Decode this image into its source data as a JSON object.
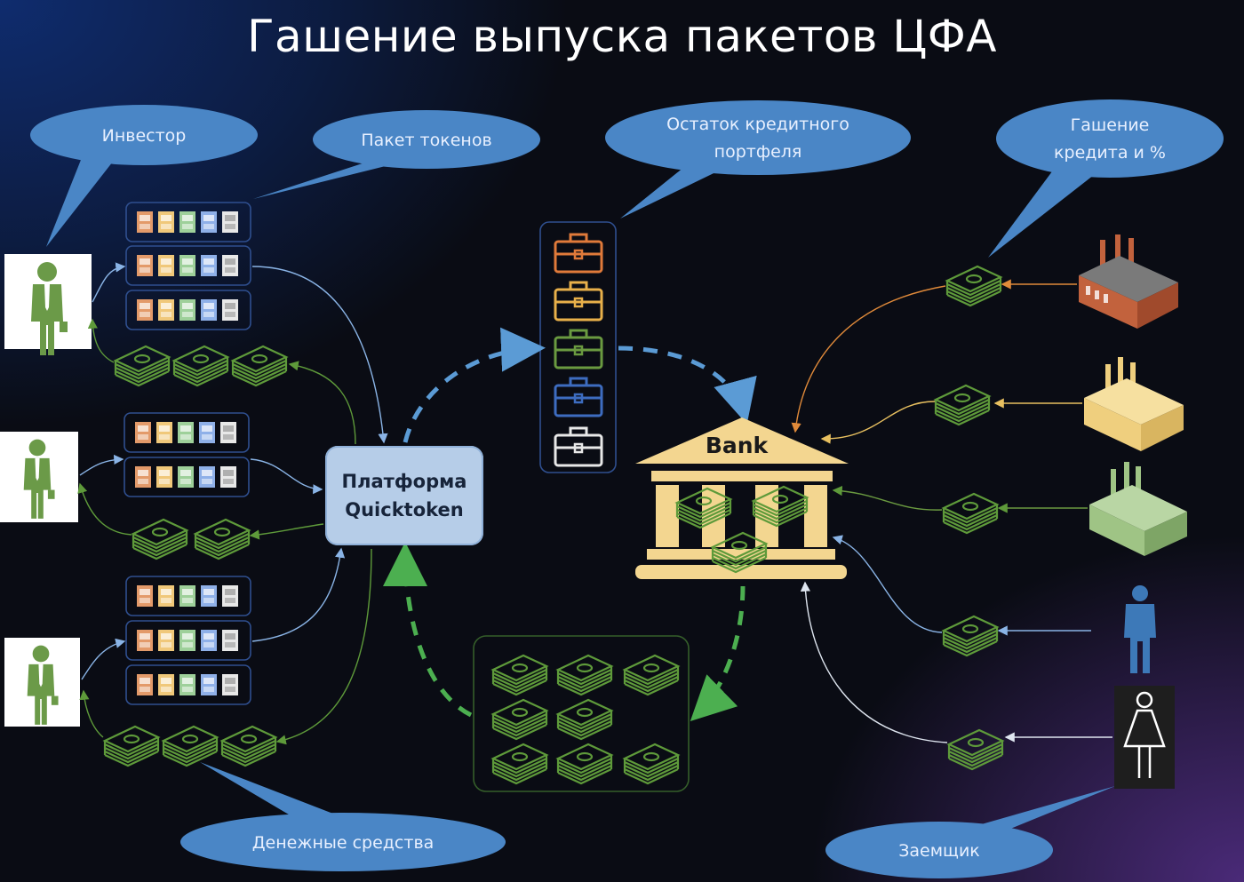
{
  "title": "Гашение выпуска пакетов ЦФА",
  "labels": {
    "investor": "Инвестор",
    "token_package": "Пакет токенов",
    "credit_remainder_line1": "Остаток кредитного",
    "credit_remainder_line2": "портфеля",
    "repayment_line1": "Гашение",
    "repayment_line2": "кредита и %",
    "cash": "Денежные средства",
    "borrower": "Заемщик",
    "bank": "Bank",
    "platform_line1": "Платформа",
    "platform_line2": "Quicktoken"
  },
  "colors": {
    "bubble": "#4a86c6",
    "platform": "#b6cde8",
    "bank": "#f3d690",
    "money": "#5e9a3a",
    "investor_figure": "#6b9a48",
    "borrower_male": "#3d79b8",
    "token_tiles": [
      "#e39a6a",
      "#f0c87a",
      "#9ed09a",
      "#8fb0e8",
      "#e8e8e8"
    ],
    "briefcases": [
      "#e07a3a",
      "#e8b04a",
      "#6a9a40",
      "#3d6cc0",
      "#e8e8e8"
    ],
    "factories": [
      "#c2623d",
      "#efcf7e",
      "#9fc485"
    ]
  },
  "icons": {
    "investor": "businessman-icon",
    "token": "token-tile-icon",
    "money": "money-stack-icon",
    "briefcase": "briefcase-icon",
    "bank": "bank-building-icon",
    "factory": "factory-icon",
    "borrower_male": "man-icon",
    "borrower_female": "woman-icon"
  }
}
